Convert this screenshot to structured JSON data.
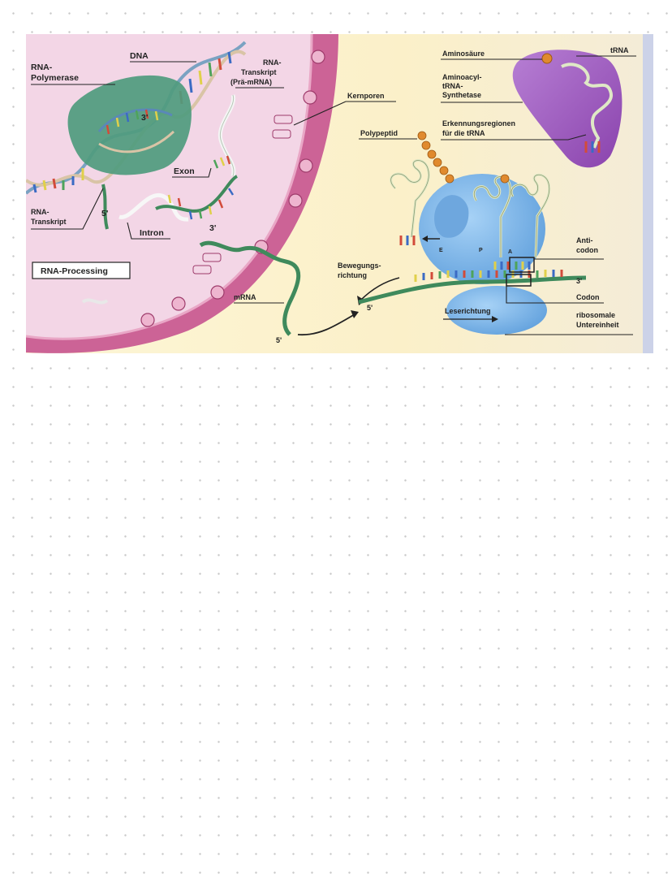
{
  "labels": {
    "dna": "DNA",
    "rna_polymerase": [
      "RNA-",
      "Polymerase"
    ],
    "rna_transcript_pre": [
      "RNA-",
      "Transkript",
      "(Prä-mRNA)"
    ],
    "three_prime_dna": "3'",
    "five_prime_transcript": "5'",
    "rna_transcript": [
      "RNA-",
      "Transkript"
    ],
    "exon": "Exon",
    "intron": "Intron",
    "three_prime_exon": "3'",
    "rna_processing": "RNA-Processing",
    "kernporen": "Kernporen",
    "mrna": "mRNA",
    "five_prime_mrna": "5'",
    "five_prime_arrow": "5'",
    "bewegungsrichtung": [
      "Bewegungs-",
      "richtung"
    ],
    "polypeptid": "Polypeptid",
    "aminosaeure": "Aminosäure",
    "aminoacyl_synthetase": [
      "Aminoacyl-",
      "tRNA-",
      "Synthetase"
    ],
    "trna": "tRNA",
    "erkennungsregionen": [
      "Erkennungsregionen",
      "für die tRNA"
    ],
    "site_e": "E",
    "site_p": "P",
    "site_a": "A",
    "anticodon": [
      "Anti-",
      "codon"
    ],
    "three_prime_codon": "3'",
    "codon": "Codon",
    "leserichtung": "Leserichtung",
    "ribosomale_untereinheit": [
      "ribosomale",
      "Untereinheit"
    ]
  },
  "colors": {
    "nucleus": "#f2d7e6",
    "cytoplasm": "#fbf3d4",
    "membrane": "#c95b8c",
    "polymerase": "#4d9a7c",
    "ribosome": "#7bb6e8",
    "synthetase": "#9b55bd",
    "mrna": "#3f8a5c",
    "amino_acid": "#e08a2e"
  }
}
